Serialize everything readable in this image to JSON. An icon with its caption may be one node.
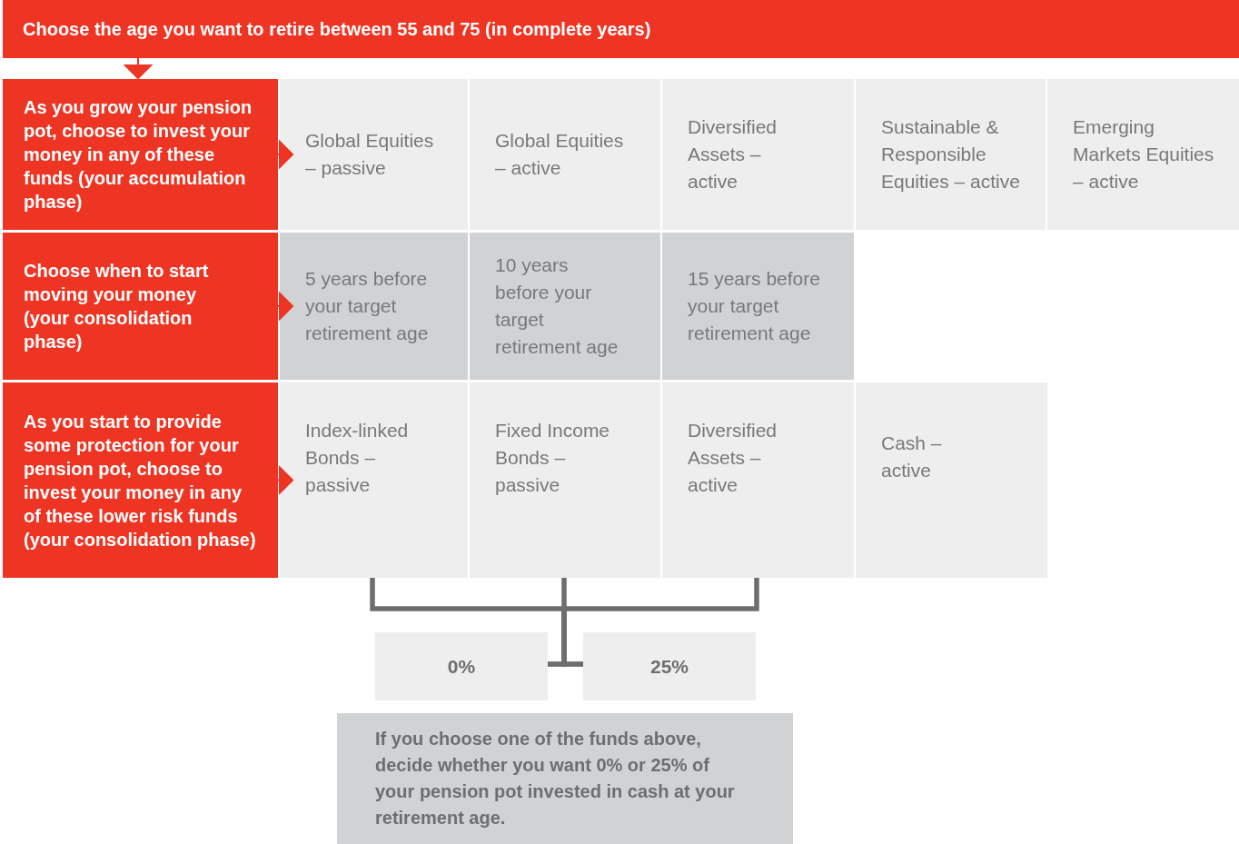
{
  "diagram": {
    "nodes": [
      {
        "text": [
          "Choose the age you want to retire between 55 and 75 (in complete years)"
        ]
      },
      {
        "text": [
          "As you grow your pension pot, choose to invest your money in any of these funds (your accumulation phase)"
        ]
      },
      {
        "text": [
          "Global Equities – passive"
        ]
      },
      {
        "text": [
          "Global Equities – active"
        ]
      },
      {
        "text": [
          "Diversified Assets – active"
        ]
      },
      {
        "text": [
          "Sustainable & Responsible Equities – active"
        ]
      },
      {
        "text": [
          "Emerging Markets Equities – active"
        ]
      },
      {
        "text": [
          "Choose when to start moving your money (your consolidation phase)"
        ]
      },
      {
        "text": [
          "5 years before your target retirement age"
        ]
      },
      {
        "text": [
          "10 years before your target retirement age"
        ]
      },
      {
        "text": [
          "15 years before your target retirement age"
        ]
      },
      {
        "text": [
          "As you start to provide some protection for your pension pot, choose to invest your money in any of these lower risk funds (your consolidation phase)"
        ]
      },
      {
        "text": [
          "Index-linked Bonds – passive"
        ]
      },
      {
        "text": [
          "Fixed Income Bonds – passive"
        ]
      },
      {
        "text": [
          "Diversified Assets – active"
        ]
      },
      {
        "text": [
          "Cash – active"
        ]
      },
      {
        "text": [
          "0%"
        ]
      },
      {
        "text": [
          "25%"
        ]
      },
      {
        "text": [
          "If you choose one of the funds above, decide whether you want 0% or 25% of your pension pot invested in cash at your retirement age."
        ]
      }
    ],
    "edges": [
      {
        "from": 0,
        "to": 1,
        "arrow": "to",
        "color": "#ee3524"
      },
      {
        "from": 1,
        "to": 2,
        "arrow": "to",
        "color": "#ee3524"
      },
      {
        "from": 7,
        "to": 8,
        "arrow": "to",
        "color": "#ee3524"
      },
      {
        "from": 11,
        "to": 12,
        "arrow": "to",
        "color": "#ee3524"
      },
      {
        "from": 12,
        "to": 16,
        "arrow": "none"
      },
      {
        "from": 12,
        "to": 17,
        "arrow": "none"
      },
      {
        "from": 13,
        "to": 16,
        "arrow": "none"
      },
      {
        "from": 13,
        "to": 17,
        "arrow": "none"
      },
      {
        "from": 14,
        "to": 16,
        "arrow": "none"
      },
      {
        "from": 14,
        "to": 17,
        "arrow": "none"
      }
    ]
  }
}
